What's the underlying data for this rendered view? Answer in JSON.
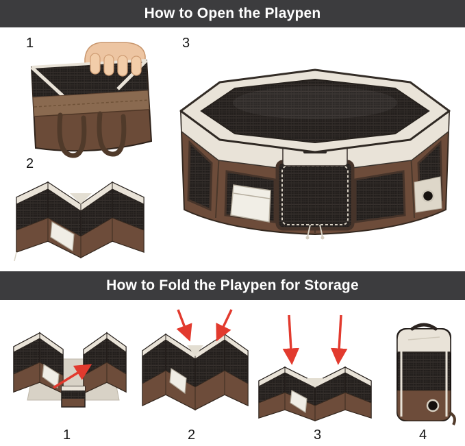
{
  "sections": {
    "open": {
      "title": "How to Open the Playpen",
      "steps": [
        {
          "number": "1",
          "illustration": "playpen-folded-inside-carry-bag-hand-grabbing"
        },
        {
          "number": "2",
          "illustration": "playpen-partially-unfolded-zigzag"
        },
        {
          "number": "3",
          "illustration": "playpen-fully-opened-octagon-with-mesh-top"
        }
      ]
    },
    "fold": {
      "title": "How to Fold the Playpen for Storage",
      "steps": [
        {
          "number": "1",
          "illustration": "playpen-open-push-panels-inward-red-arrow"
        },
        {
          "number": "2",
          "illustration": "playpen-collapsing-two-red-arrows-down"
        },
        {
          "number": "3",
          "illustration": "playpen-nearly-flat-two-red-arrows-down"
        },
        {
          "number": "4",
          "illustration": "playpen-folded-upright-bundle"
        }
      ]
    }
  },
  "colors": {
    "header_bg": "#3c3c3e",
    "header_text": "#ffffff",
    "brown": "#6d4c3a",
    "tan": "#8a6a50",
    "cream": "#e9e3d8",
    "mesh_dark": "#221e1c",
    "pocket_white": "#f0ede5",
    "floor_light": "#d8d2c6",
    "arrow_red": "#e23a2e",
    "hand_skin": "#edc5a2"
  },
  "icons": {
    "fold_arrow": "red-direction-arrow",
    "hand": "hand-grabbing-bag"
  }
}
